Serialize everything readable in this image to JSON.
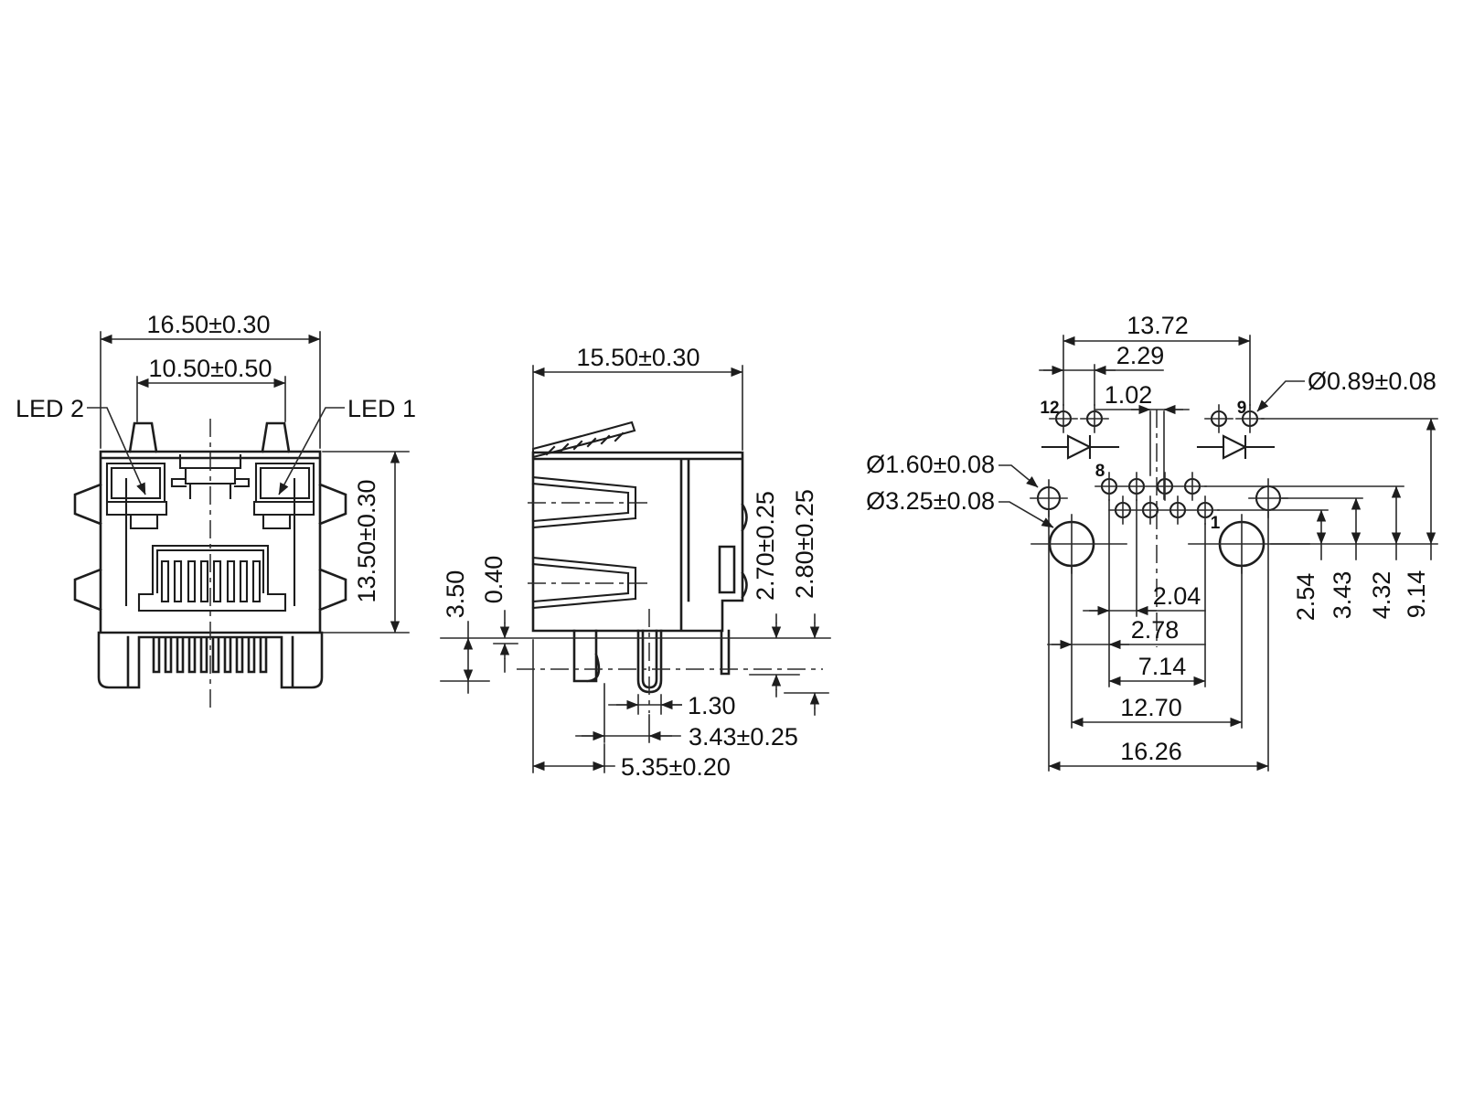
{
  "colors": {
    "line": "#1d1d1d",
    "background": "#ffffff"
  },
  "front": {
    "led2_label": "LED 2",
    "led1_label": "LED 1",
    "dims": {
      "outer_width": "16.50±0.30",
      "led_spacing": "10.50±0.50",
      "height": "13.50±0.30"
    }
  },
  "side": {
    "dims": {
      "depth": "15.50±0.30",
      "shield_leg_length": "3.50",
      "standoff_height": "0.40",
      "solder_pin_length": "2.70±0.25",
      "post_length": "2.80±0.25",
      "post_width": "1.30",
      "post_offset": "3.43±0.25",
      "leg_offset": "5.35±0.20"
    }
  },
  "footprint": {
    "pin_labels": {
      "pin12": "12",
      "pin9": "9",
      "pin8": "8",
      "pin1": "1"
    },
    "dims": {
      "led_pin_span": "13.72",
      "led_pin_pitch": "2.29",
      "row_offset": "1.02",
      "pin_hole_diameter": "Ø0.89±0.08",
      "locating_hole_diameter": "Ø1.60±0.08",
      "mounting_hole_diameter": "Ø3.25±0.08",
      "pin_pitch": "2.04",
      "hole_to_pin_row": "2.78",
      "pin_row_width": "7.14",
      "mounting_hole_span": "12.70",
      "locating_hole_span": "16.26",
      "lower_row_offset": "2.54",
      "side_hole_offset": "3.43",
      "upper_row_offset": "4.32",
      "led_row_offset": "9.14"
    }
  }
}
